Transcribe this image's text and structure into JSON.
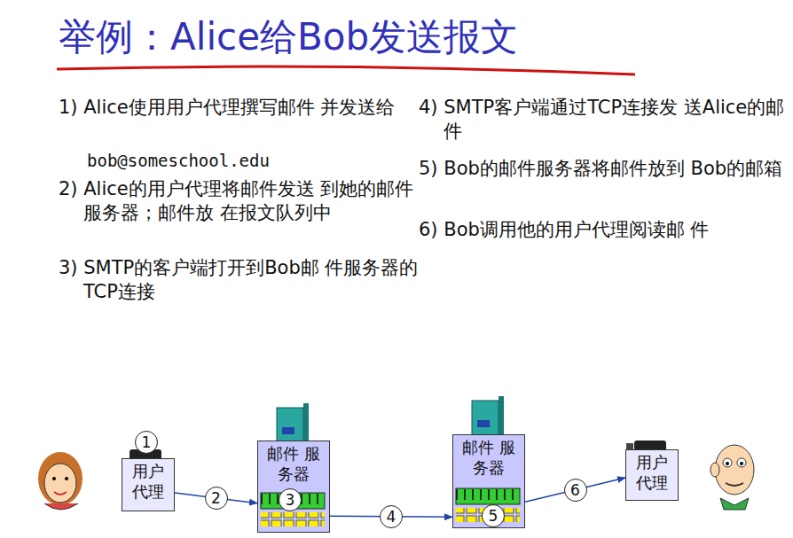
{
  "diagram": {
    "title": "举例：Alice给Bob发送报文",
    "nodes": [
      {
        "text": [
          "用户 代理"
        ]
      },
      {
        "text": [
          "邮件 服务器"
        ]
      },
      {
        "text": [
          "邮件 服务器"
        ]
      },
      {
        "text": [
          "用户 代理"
        ]
      }
    ],
    "edges": [
      {
        "from": 0,
        "to": 1,
        "arrow": "to",
        "label": "2"
      },
      {
        "from": 1,
        "to": 2,
        "arrow": "to",
        "label": "4"
      },
      {
        "from": 2,
        "to": 3,
        "arrow": "to",
        "label": "6"
      }
    ],
    "labels": [
      "1) Alice使用用户代理撰写邮件 并发送给",
      "bob@someschool.edu",
      "2) Alice的用户代理将邮件发送 到她的邮件服务器；邮件放 在报文队列中",
      "3) SMTP的客户端打开到Bob邮 件服务器的TCP连接",
      "4) SMTP客户端通过TCP连接发 送Alice的邮件",
      "5) Bob的邮件服务器将邮件放到 Bob的邮箱",
      "6) Bob调用他的用户代理阅读邮 件",
      "1",
      "3",
      "5"
    ]
  }
}
